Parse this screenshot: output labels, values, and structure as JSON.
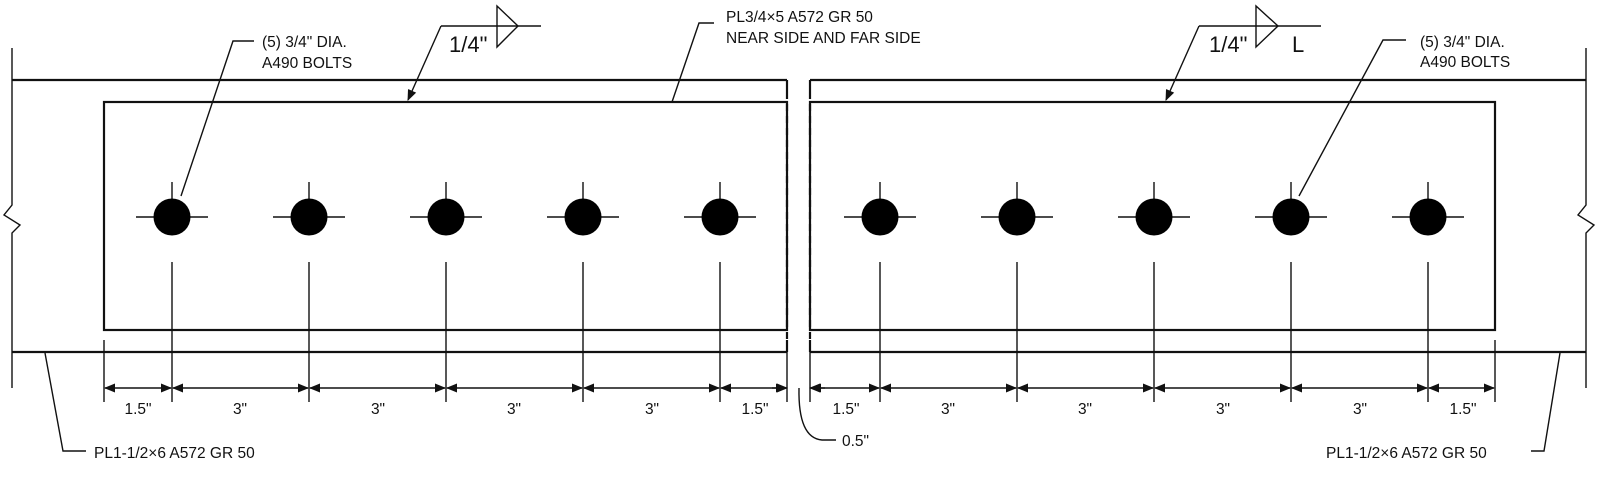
{
  "callouts": {
    "bolts_left": [
      "(5) 3/4\" DIA.",
      "A490 BOLTS"
    ],
    "bolts_right": [
      "(5) 3/4\" DIA.",
      "A490 BOLTS"
    ],
    "splice_plate": [
      "PL3/4×5 A572 GR 50",
      "NEAR SIDE AND FAR SIDE"
    ],
    "flange_plate_left": "PL1-1/2×6 A572 GR 50",
    "flange_plate_right": "PL1-1/2×6 A572 GR 50",
    "gap": "0.5\""
  },
  "welds": {
    "left": {
      "size": "1/4\""
    },
    "right": {
      "size": "1/4\"",
      "tail": "L"
    }
  },
  "dimensions": {
    "left_group": [
      "1.5\"",
      "3\"",
      "3\"",
      "3\"",
      "3\"",
      "1.5\""
    ],
    "right_group": [
      "1.5\"",
      "3\"",
      "3\"",
      "3\"",
      "3\"",
      "1.5\""
    ]
  },
  "bolts": {
    "left_count": 5,
    "right_count": 5
  }
}
